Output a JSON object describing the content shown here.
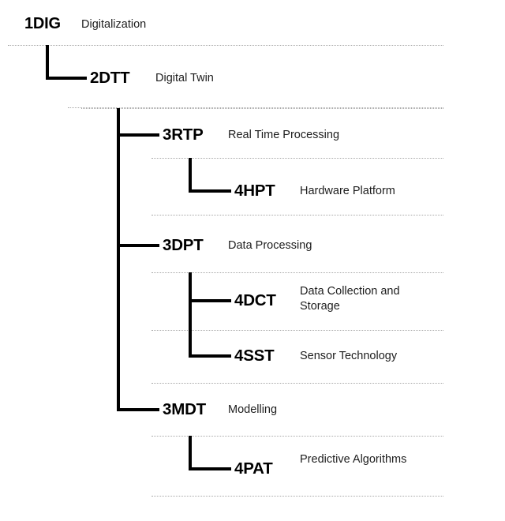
{
  "diagram": {
    "type": "hierarchical-tree",
    "title": "",
    "levels": 4,
    "colors": {
      "connector": "#000000",
      "separator": "#a8a8a8",
      "code_text": "#000000",
      "label_text": "#1d1d1d",
      "background": "#ffffff"
    },
    "nodes": [
      {
        "id": "1DIG",
        "code": "1DIG",
        "label": "Digitalization",
        "level": 1,
        "parent": null
      },
      {
        "id": "2DTT",
        "code": "2DTT",
        "label": "Digital Twin",
        "level": 2,
        "parent": "1DIG"
      },
      {
        "id": "3RTP",
        "code": "3RTP",
        "label": "Real Time Processing",
        "level": 3,
        "parent": "2DTT"
      },
      {
        "id": "4HPT",
        "code": "4HPT",
        "label": "Hardware Platform",
        "level": 4,
        "parent": "3RTP"
      },
      {
        "id": "3DPT",
        "code": "3DPT",
        "label": "Data Processing",
        "level": 3,
        "parent": "2DTT"
      },
      {
        "id": "4DCT",
        "code": "4DCT",
        "label": "Data Collection and Storage",
        "level": 4,
        "parent": "3DPT"
      },
      {
        "id": "4SST",
        "code": "4SST",
        "label": "Sensor Technology",
        "level": 4,
        "parent": "3DPT"
      },
      {
        "id": "3MDT",
        "code": "3MDT",
        "label": "Modelling",
        "level": 3,
        "parent": "2DTT"
      },
      {
        "id": "4PAT",
        "code": "4PAT",
        "label": "Predictive Algorithms",
        "level": 4,
        "parent": "3MDT"
      }
    ]
  }
}
